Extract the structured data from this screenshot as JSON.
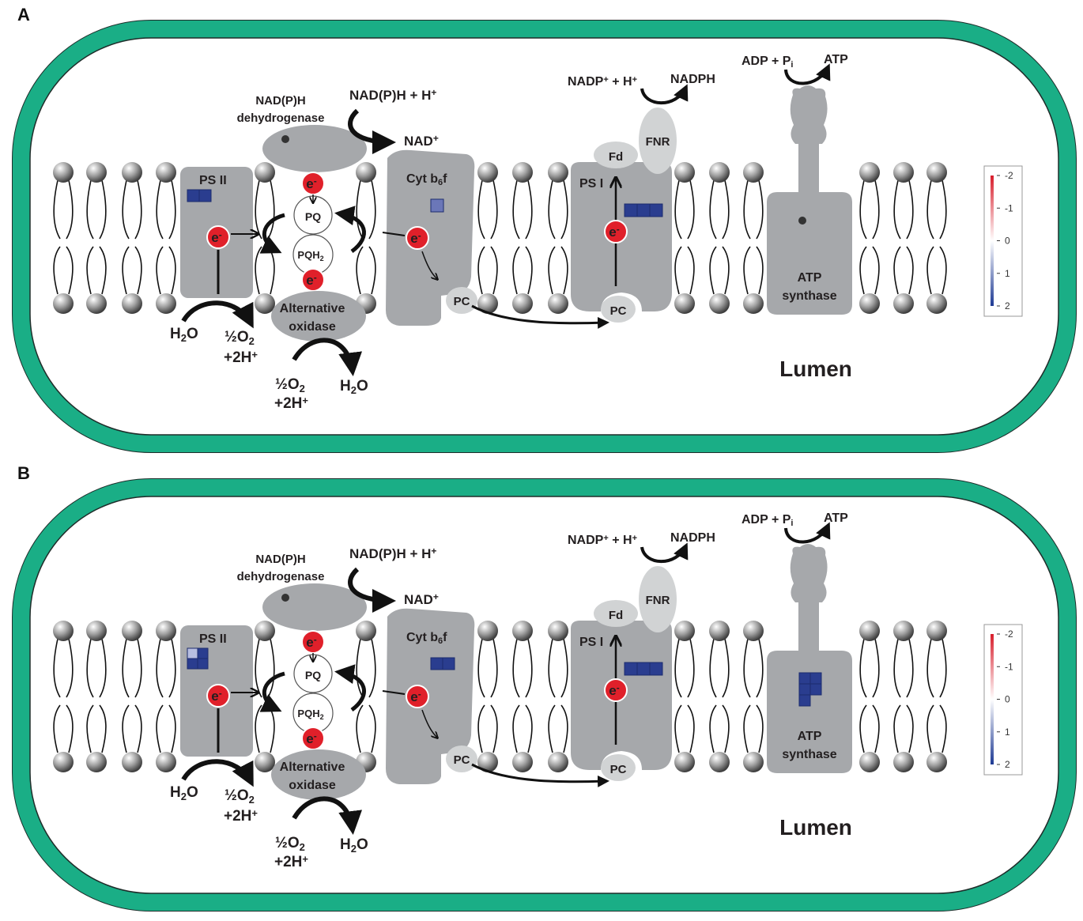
{
  "panels": [
    {
      "letter": "A",
      "labels": {
        "nadph_dehydrogenase_line1": "NAD(P)H",
        "nadph_dehydrogenase_line2": "dehydrogenase",
        "nadph_plus_h": "NAD(P)H + H",
        "nad_plus": "NAD",
        "nadp_plus_h": "NADP",
        "nadp_plus_h_tail": " + H",
        "nadph": "NADPH",
        "adp_pi": "ADP + P",
        "pi_sub": "i",
        "atp": "ATP",
        "ps2": "PS II",
        "cyt": "Cyt b",
        "cyt_sub": "6",
        "cyt_tail": "f",
        "ps1": "PS I",
        "fd": "Fd",
        "fnr": "FNR",
        "pq": "PQ",
        "pqh2": "PQH",
        "pqh2_sub": "2",
        "alt_oxidase_line1": "Alternative",
        "alt_oxidase_line2": "oxidase",
        "pc": "PC",
        "atp_synthase_line1": "ATP",
        "atp_synthase_line2": "synthase",
        "lumen": "Lumen",
        "water": "H",
        "water_sub": "2",
        "water_tail": "O",
        "half_o2": "½O",
        "two_h": "+2H",
        "electron": "e",
        "plus": "+",
        "minus": "-"
      },
      "heatmap": {
        "ps2": [
          [
            2,
            2
          ]
        ],
        "cyt": [
          [
            1
          ]
        ],
        "ps1": [
          [
            2,
            2,
            2
          ]
        ],
        "atp": []
      },
      "legend_ticks": [
        "-2",
        "-1",
        "0",
        "1",
        "2"
      ]
    },
    {
      "letter": "B",
      "labels": {
        "nadph_dehydrogenase_line1": "NAD(P)H",
        "nadph_dehydrogenase_line2": "dehydrogenase",
        "nadph_plus_h": "NAD(P)H + H",
        "nad_plus": "NAD",
        "nadp_plus_h": "NADP",
        "nadp_plus_h_tail": " + H",
        "nadph": "NADPH",
        "adp_pi": "ADP + P",
        "pi_sub": "i",
        "atp": "ATP",
        "ps2": "PS II",
        "cyt": "Cyt b",
        "cyt_sub": "6",
        "cyt_tail": "f",
        "ps1": "PS I",
        "fd": "Fd",
        "fnr": "FNR",
        "pq": "PQ",
        "pqh2": "PQH",
        "pqh2_sub": "2",
        "alt_oxidase_line1": "Alternative",
        "alt_oxidase_line2": "oxidase",
        "pc": "PC",
        "atp_synthase_line1": "ATP",
        "atp_synthase_line2": "synthase",
        "lumen": "Lumen",
        "water": "H",
        "water_sub": "2",
        "water_tail": "O",
        "half_o2": "½O",
        "two_h": "+2H",
        "electron": "e",
        "plus": "+",
        "minus": "-"
      },
      "heatmap": {
        "ps2": [
          [
            1,
            2
          ],
          [
            2,
            2
          ]
        ],
        "cyt": [
          [
            2,
            2
          ]
        ],
        "ps1": [
          [
            2,
            2,
            2
          ]
        ],
        "atp": [
          [
            2,
            2
          ],
          [
            2,
            2
          ],
          [
            2,
            0
          ]
        ]
      },
      "legend_ticks": [
        "-2",
        "-1",
        "0",
        "1",
        "2"
      ]
    }
  ],
  "colors": {
    "border": "#1aae86",
    "protein": "#a6a8ab",
    "protein_light": "#d1d3d4",
    "electron": "#e0202a",
    "heat_strong": "#2a3d8f",
    "heat_mid": "#6b77b8",
    "heat_light": "#b7bee0"
  }
}
